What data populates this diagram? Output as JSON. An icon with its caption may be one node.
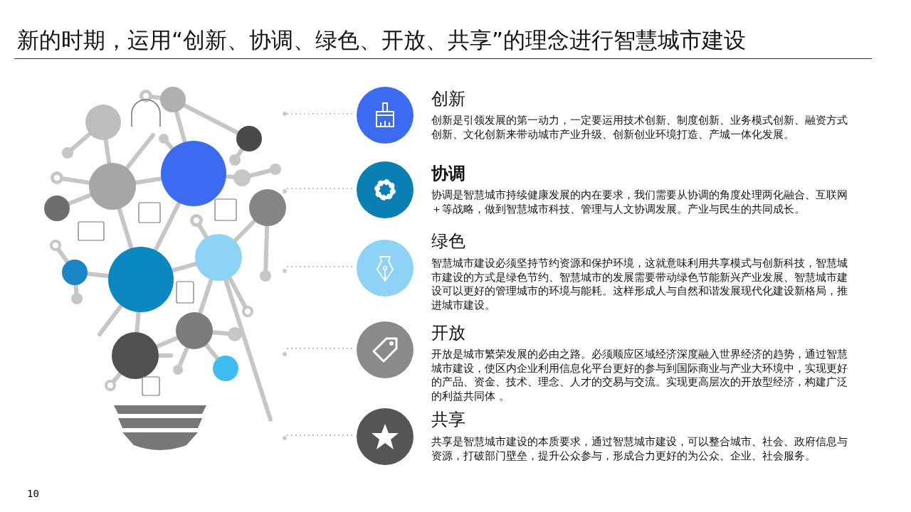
{
  "diagram": {
    "title": "新的时期，运用“创新、协调、绿色、开放、共享”的理念进行智慧城市建设",
    "nodes": [
      {
        "text": [],
        "shape": "circle",
        "beside": [
          "创新",
          "创新是引领发展的第一动力，一定要运用技术创新、制度创新、业务模式创新、融资方式创新、文化创新来带动城市产业升级、创新创业环境打造、产城一体化发展。"
        ]
      },
      {
        "text": [],
        "shape": "circle",
        "beside": [
          "协调",
          "协调是智慧城市持续健康发展的内在要求，我们需要从协调的角度处理两化融合、互联网＋等战略，做到智慧城市科技、管理与人文协调发展。产业与民生的共同成长。"
        ]
      },
      {
        "text": [],
        "shape": "circle",
        "beside": [
          "绿色",
          "智慧城市建设必须坚持节约资源和保护环境，这就意味利用共享模式与创新科技，智慧城市建设的方式是绿色节约、智慧城市的发展需要带动绿色节能新兴产业发展、智慧城市建设可以更好的管理城市的环境与能耗。这样形成人与自然和谐发展现代化建设新格局，推进城市建设。"
        ]
      },
      {
        "text": [],
        "shape": "circle",
        "beside": [
          "开放",
          "开放是城市繁荣发展的必由之路。必须顺应区域经济深度融入世界经济的趋势，通过智慧城市建设，使区内企业利用信息化平台更好的参与到国际商业与产业大环境中，实现更好的产品、资金、技术、理念、人才的交易与交流。实现更高层次的开放型经济，构建广泛的利益共同体 。"
        ]
      },
      {
        "text": [],
        "shape": "circle",
        "beside": [
          "共享",
          "共享是智慧城市建设的本质要求，通过智慧城市建设，可以整合城市、社会、政府信息与资源，打破部门壁垒，提升公众参与，形成合力更好的为公众、企业、社会服务。"
        ]
      }
    ],
    "edges": [
      {
        "from": null,
        "to": 0,
        "arrow": "none",
        "style": "dashed"
      },
      {
        "from": null,
        "to": 1,
        "arrow": "none",
        "style": "dashed"
      },
      {
        "from": null,
        "to": 2,
        "arrow": "none",
        "style": "dashed"
      },
      {
        "from": null,
        "to": 3,
        "arrow": "none",
        "style": "dashed"
      },
      {
        "from": null,
        "to": 4,
        "arrow": "none",
        "style": "dashed"
      }
    ],
    "labels": [
      "10"
    ]
  }
}
